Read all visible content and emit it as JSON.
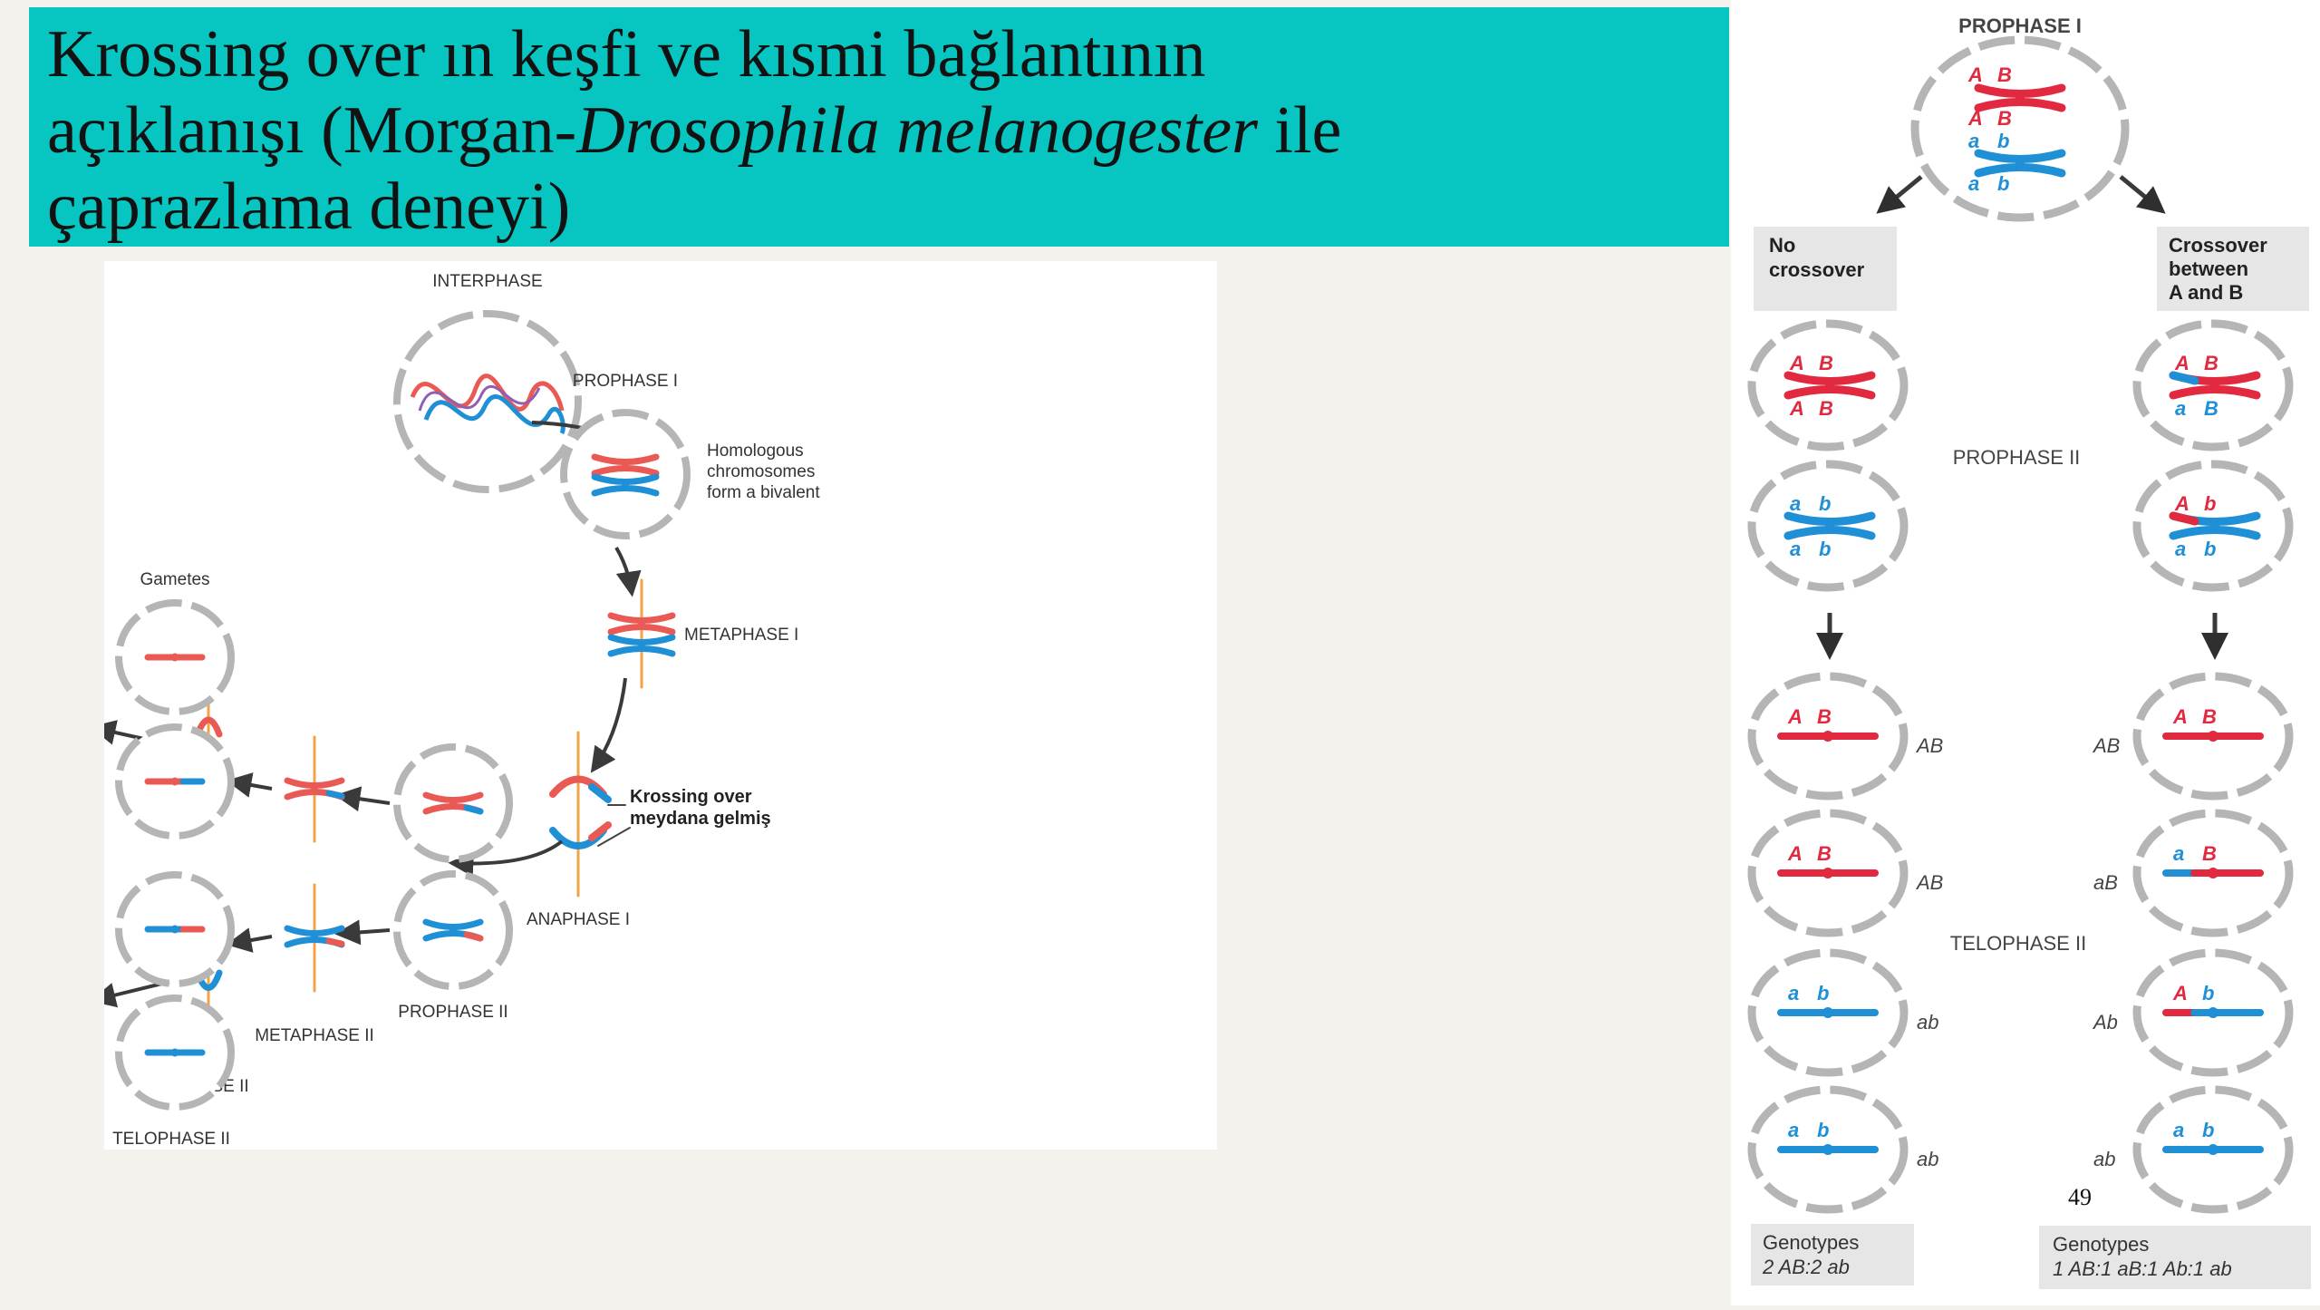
{
  "title": {
    "line1": "Krossing over ın keşfi ve kısmi bağlantının",
    "line2_prefix": "açıklanışı (Morgan-",
    "line2_italic": "Drosophila melanogester",
    "line2_suffix": " ile",
    "line3": "çaprazlama deneyi)"
  },
  "left_diagram": {
    "interphase": "INTERPHASE",
    "prophase1": "PROPHASE I",
    "bivalent_note": [
      "Homologous",
      "chromosomes",
      "form a bivalent"
    ],
    "metaphase1": "METAPHASE I",
    "crossing_note": [
      "Krossing over",
      "meydana gelmiş"
    ],
    "anaphase1": "ANAPHASE I",
    "prophase2": "PROPHASE II",
    "metaphase2": "METAPHASE II",
    "anaphase2": "ANAPHASE II",
    "telophase2": "TELOPHASE II",
    "gametes": "Gametes"
  },
  "right_diagram": {
    "prophase1": "PROPHASE I",
    "no_crossover": [
      "No",
      "crossover"
    ],
    "crossover": [
      "Crossover",
      "between",
      "A and B"
    ],
    "prophase2": "PROPHASE II",
    "telophase2": "TELOPHASE II",
    "allele_A": "A",
    "allele_B": "B",
    "allele_a": "a",
    "allele_b": "b",
    "genotype_labels_left": [
      "AB",
      "AB",
      "ab",
      "ab"
    ],
    "genotype_labels_right": [
      "AB",
      "aB",
      "Ab",
      "ab"
    ],
    "genotypes_left_title": "Genotypes",
    "genotypes_left_value": "2 AB:2 ab",
    "genotypes_right_title": "Genotypes",
    "genotypes_right_value": "1 AB:1 aB:1 Ab:1 ab"
  },
  "page_number": "49",
  "colors": {
    "title_band": "#07c5c1",
    "maternal": "#e1293f",
    "maternal_light": "#ea5a55",
    "paternal": "#1f8fd6",
    "membrane": "#b5b5b5",
    "spindle": "#f2a445",
    "box": "#e6e6e6"
  }
}
